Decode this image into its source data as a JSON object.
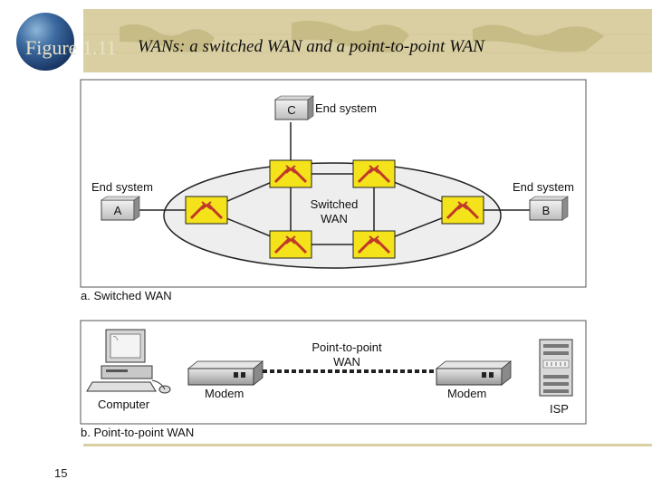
{
  "figure": {
    "label": "Figure 1.11",
    "title": "WANs: a switched WAN and a point-to-point WAN",
    "page_number": "15"
  },
  "switched": {
    "caption": "a. Switched WAN",
    "cloud_label_line1": "Switched",
    "cloud_label_line2": "WAN",
    "end_system_a_label": "End system",
    "end_system_a_id": "A",
    "end_system_b_label": "End system",
    "end_system_b_id": "B",
    "end_system_c_label": "End system",
    "end_system_c_id": "C"
  },
  "p2p": {
    "caption": "b. Point-to-point WAN",
    "link_label_line1": "Point-to-point",
    "link_label_line2": "WAN",
    "computer_label": "Computer",
    "modem_left_label": "Modem",
    "modem_right_label": "Modem",
    "isp_label": "ISP"
  },
  "colors": {
    "switch_fill": "#f4e31a",
    "switch_mark": "#c0392b",
    "header_band": "#d9cfa2",
    "cloud_fill": "#eeeeee"
  }
}
